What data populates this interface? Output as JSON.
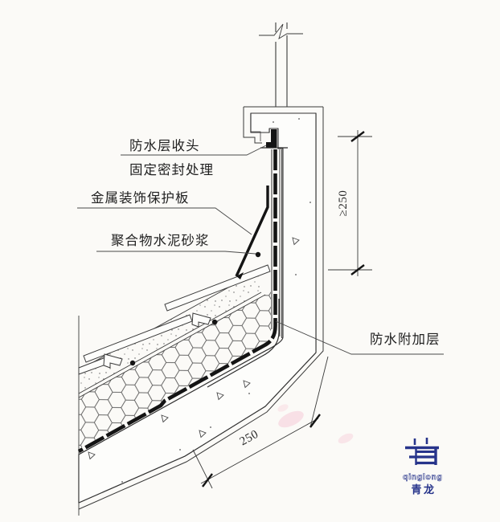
{
  "drawing": {
    "type": "construction-detail-section",
    "subject": "parapet / sloped-roof waterproofing junction detail",
    "callouts": {
      "membrane_termination": "防水层收头",
      "sealing_treatment": "固定密封处理",
      "metal_plate": "金属装饰保护板",
      "polymer_mortar": "聚合物水泥砂浆",
      "additional_waterproof_layer": "防水附加层"
    },
    "dimensions": {
      "parapet_flashing_height": "≥250",
      "eave_membrane_extent": "250"
    },
    "logo": {
      "name_en": "qinglong",
      "name_zh": "青龙",
      "color": "#27348b"
    },
    "colors": {
      "paper": "#fbfaf7",
      "ink": "#333333",
      "membrane_black": "#141414",
      "stain_pink": "#f08caa"
    }
  }
}
